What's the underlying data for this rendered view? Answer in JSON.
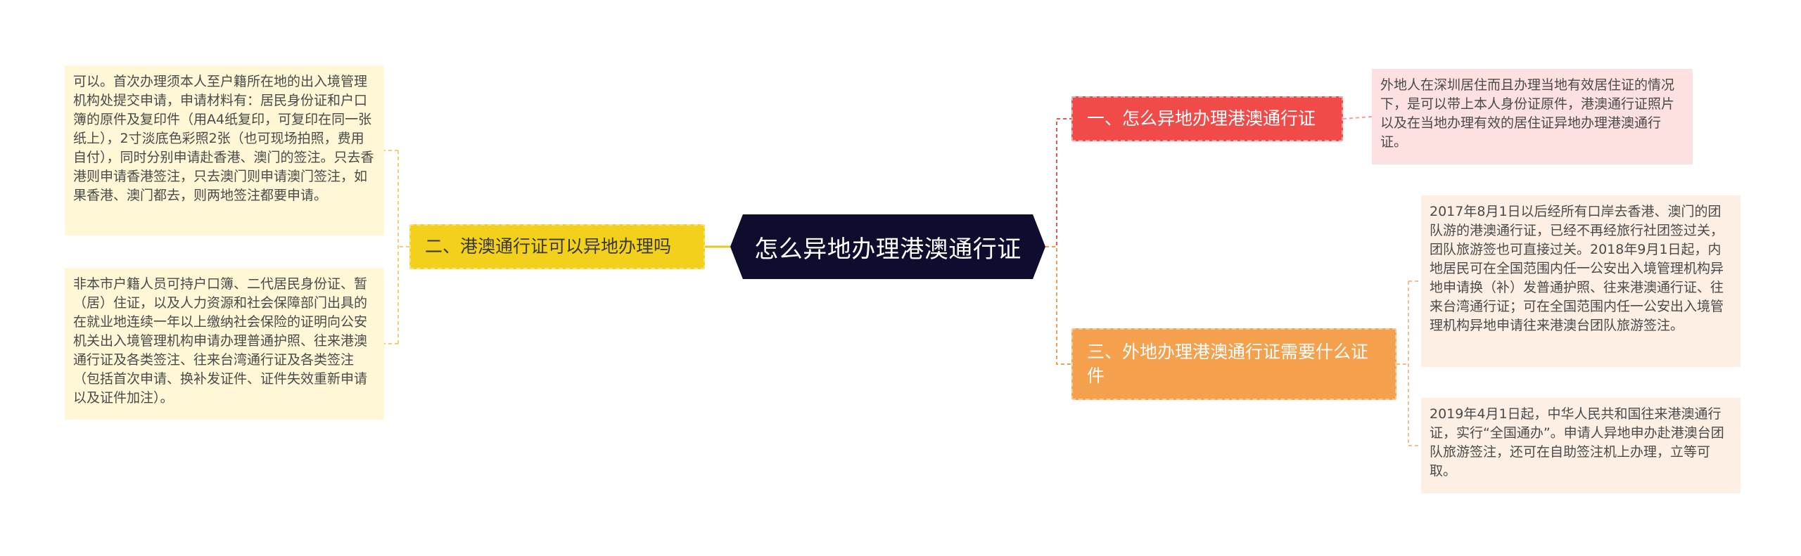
{
  "mindmap": {
    "root": "怎么异地办理港澳通行证",
    "branch1": {
      "label": "一、怎么异地办理港澳通行证",
      "leaf": "外地人在深圳居住而且办理当地有效居住证的情况下，是可以带上本人身份证原件，港澳通行证照片以及在当地办理有效的居住证异地办理港澳通行证。"
    },
    "branch2": {
      "label": "二、港澳通行证可以异地办理吗",
      "leaf1": "可以。首次办理须本人至户籍所在地的出入境管理机构处提交申请，申请材料有：居民身份证和户口簿的原件及复印件（用A4纸复印，可复印在同一张纸上），2寸淡底色彩照2张（也可现场拍照，费用自付），同时分别申请赴香港、澳门的签注。只去香港则申请香港签注，只去澳门则申请澳门签注，如果香港、澳门都去，则两地签注都要申请。",
      "leaf2": "非本市户籍人员可持户口簿、二代居民身份证、暂（居）住证，以及人力资源和社会保障部门出具的在就业地连续一年以上缴纳社会保险的证明向公安机关出入境管理机构申请办理普通护照、往来港澳通行证及各类签注、往来台湾通行证及各类签注（包括首次申请、换补发证件、证件失效重新申请以及证件加注）。"
    },
    "branch3": {
      "label": "三、外地办理港澳通行证需要什么证件",
      "leaf1": "2017年8月1日以后经所有口岸去香港、澳门的团队游的港澳通行证，已经不再经旅行社团签过关，团队旅游签也可直接过关。2018年9月1日起，内地居民可在全国范围内任一公安出入境管理机构异地申请换（补）发普通护照、往来港澳通行证、往来台湾通行证；可在全国范围内任一公安出入境管理机构异地申请往来港澳台团队旅游签注。",
      "leaf2": "2019年4月1日起，中华人民共和国往来港澳通行证，实行“全国通办”。申请人异地申办赴港澳台团队旅游签注，还可在自助签注机上办理，立等可取。"
    },
    "colors": {
      "root": "#0e0d2e",
      "branch1": "#f04a49",
      "branch2": "#f2d01c",
      "branch3": "#f4a04d",
      "leaf_pink": "#fde0e0",
      "leaf_yellow": "#fff7d6",
      "leaf_peach": "#fdefe4"
    }
  }
}
